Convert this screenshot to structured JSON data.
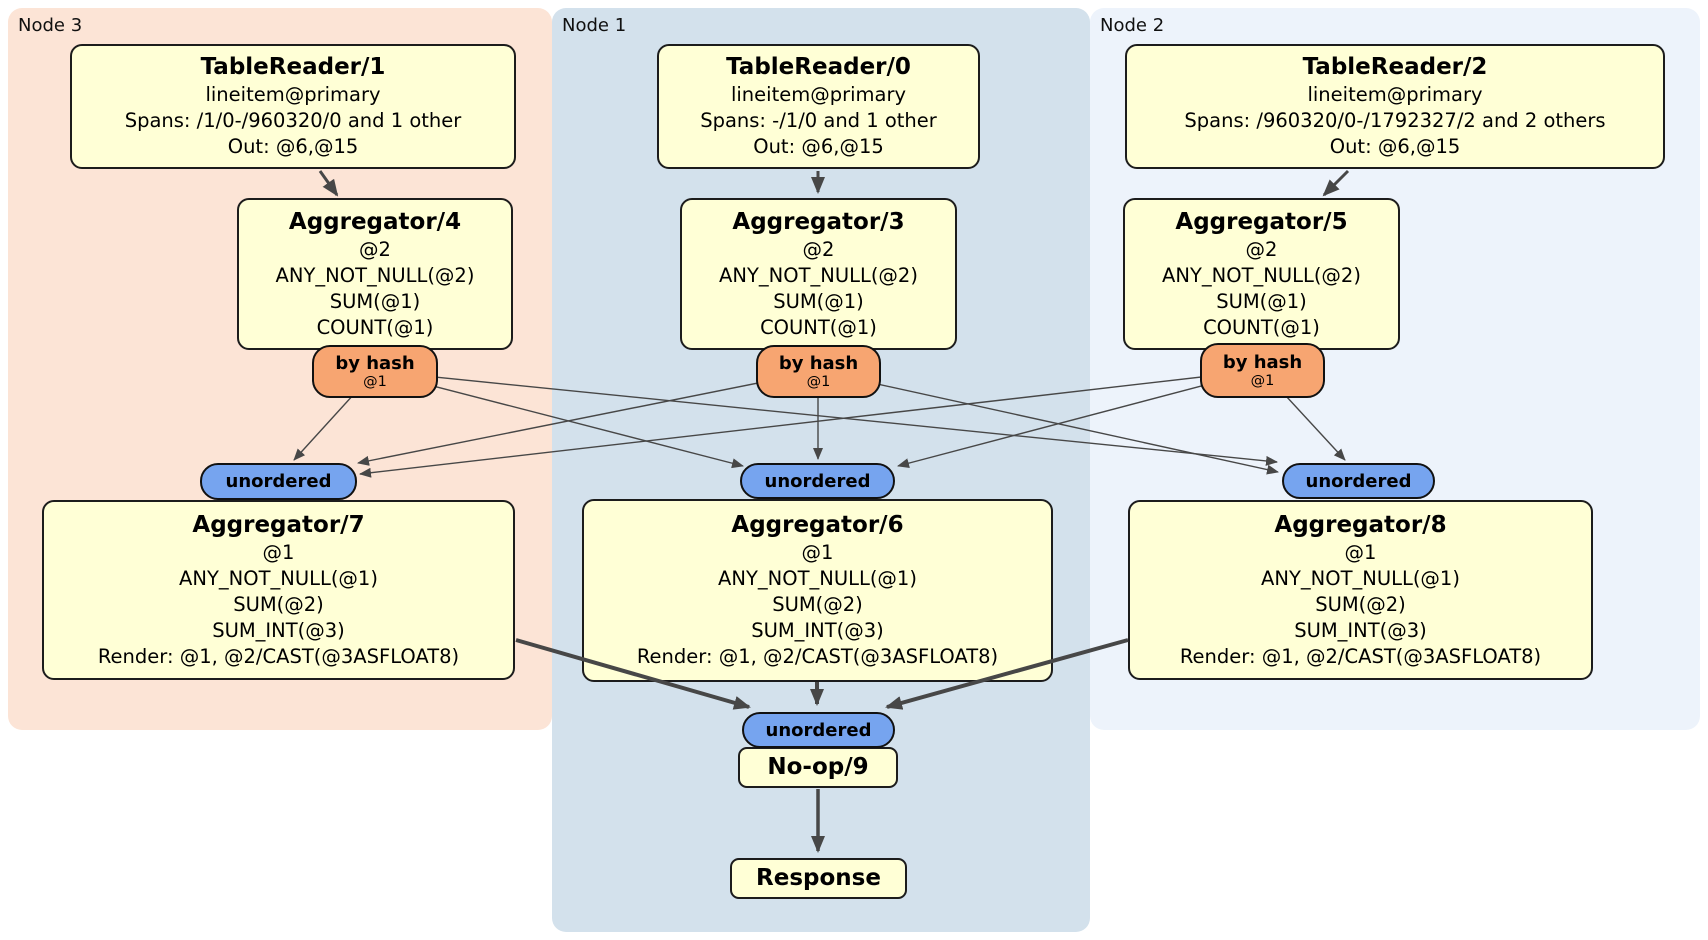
{
  "regions": [
    {
      "label": "Node 3",
      "color": "#fce4d6"
    },
    {
      "label": "Node 1",
      "color": "#d3e1ec"
    },
    {
      "label": "Node 2",
      "color": "#edf3fb"
    }
  ],
  "processors": {
    "tr1": {
      "title": "TableReader/1",
      "lines": [
        "lineitem@primary",
        "Spans: /1/0-/960320/0 and 1 other",
        "Out: @6,@15"
      ]
    },
    "tr0": {
      "title": "TableReader/0",
      "lines": [
        "lineitem@primary",
        "Spans: -/1/0 and 1 other",
        "Out: @6,@15"
      ]
    },
    "tr2": {
      "title": "TableReader/2",
      "lines": [
        "lineitem@primary",
        "Spans: /960320/0-/1792327/2 and 2 others",
        "Out: @6,@15"
      ]
    },
    "agg4": {
      "title": "Aggregator/4",
      "lines": [
        "@2",
        "ANY_NOT_NULL(@2)",
        "SUM(@1)",
        "COUNT(@1)"
      ]
    },
    "agg3": {
      "title": "Aggregator/3",
      "lines": [
        "@2",
        "ANY_NOT_NULL(@2)",
        "SUM(@1)",
        "COUNT(@1)"
      ]
    },
    "agg5": {
      "title": "Aggregator/5",
      "lines": [
        "@2",
        "ANY_NOT_NULL(@2)",
        "SUM(@1)",
        "COUNT(@1)"
      ]
    },
    "agg7": {
      "title": "Aggregator/7",
      "lines": [
        "@1",
        "ANY_NOT_NULL(@1)",
        "SUM(@2)",
        "SUM_INT(@3)",
        "Render: @1, @2/CAST(@3ASFLOAT8)"
      ]
    },
    "agg6": {
      "title": "Aggregator/6",
      "lines": [
        "@1",
        "ANY_NOT_NULL(@1)",
        "SUM(@2)",
        "SUM_INT(@3)",
        "Render: @1, @2/CAST(@3ASFLOAT8)"
      ]
    },
    "agg8": {
      "title": "Aggregator/8",
      "lines": [
        "@1",
        "ANY_NOT_NULL(@1)",
        "SUM(@2)",
        "SUM_INT(@3)",
        "Render: @1, @2/CAST(@3ASFLOAT8)"
      ]
    },
    "noop": {
      "title": "No-op/9"
    },
    "response": {
      "title": "Response"
    }
  },
  "routers": {
    "by_hash_label": "by hash",
    "by_hash_key": "@1",
    "unordered_label": "unordered"
  },
  "colors": {
    "node3_bg": "#fce4d6",
    "node1_bg": "#d3e1ec",
    "node2_bg": "#edf3fb",
    "processor_fill": "#ffffd6",
    "router_hash_fill": "#f7a571",
    "sync_unordered_fill": "#76a4ef",
    "box_border": "#1c1c1c",
    "edge_color": "#474747"
  }
}
